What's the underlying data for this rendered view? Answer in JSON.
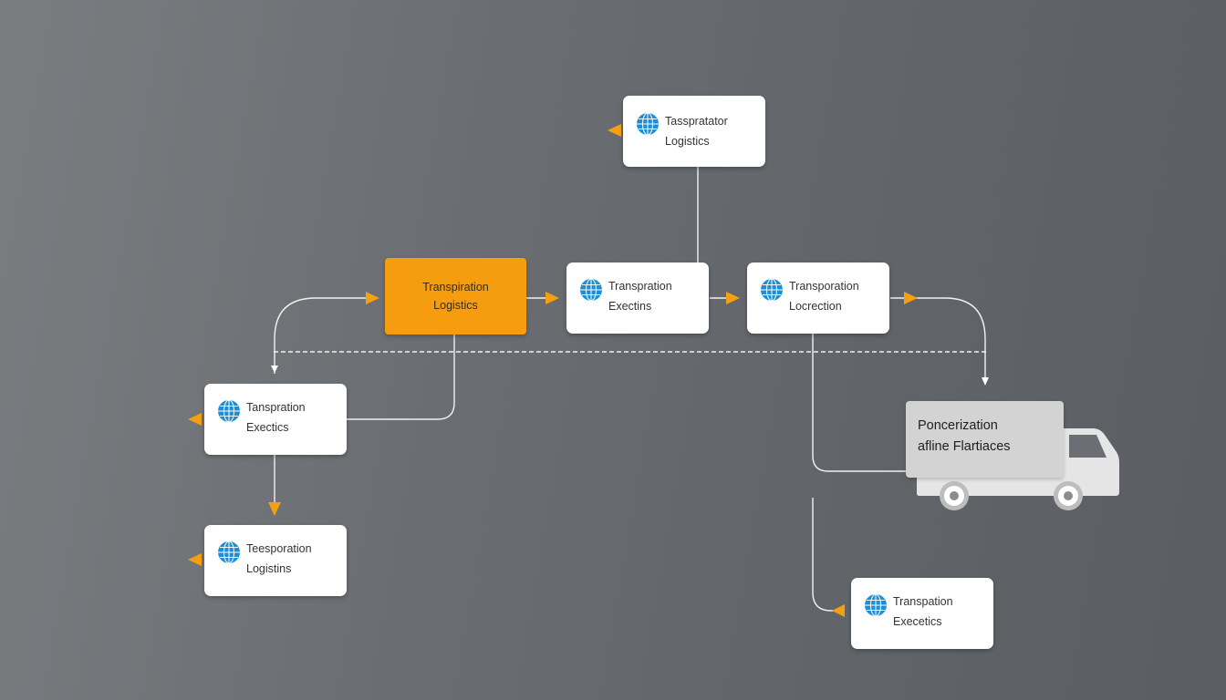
{
  "colors": {
    "background": "#6b6f73",
    "accent": "#f59d0e",
    "connector": "#f2f2f2",
    "globe": "#1e8fd6"
  },
  "nodes": {
    "top": {
      "line1": "Tasspratator",
      "line2": "Logistics",
      "icon": "globe-icon"
    },
    "center": {
      "line1": "Transpiration",
      "line2": "Logistics"
    },
    "middle": {
      "line1": "Transpration",
      "line2": "Exectins",
      "icon": "globe-icon"
    },
    "right": {
      "line1": "Transporation",
      "line2": "Locrection",
      "icon": "globe-icon"
    },
    "left": {
      "line1": "Tanspration",
      "line2": "Exectics",
      "icon": "globe-icon"
    },
    "left_bottom": {
      "line1": "Teesporation",
      "line2": "Logistins",
      "icon": "globe-icon"
    },
    "bottom_right": {
      "line1": "Transpation",
      "line2": "Execetics",
      "icon": "globe-icon"
    },
    "truck": {
      "line1": "Poncerization",
      "line2": "afline Flartiaces",
      "icon": "truck-icon"
    }
  }
}
